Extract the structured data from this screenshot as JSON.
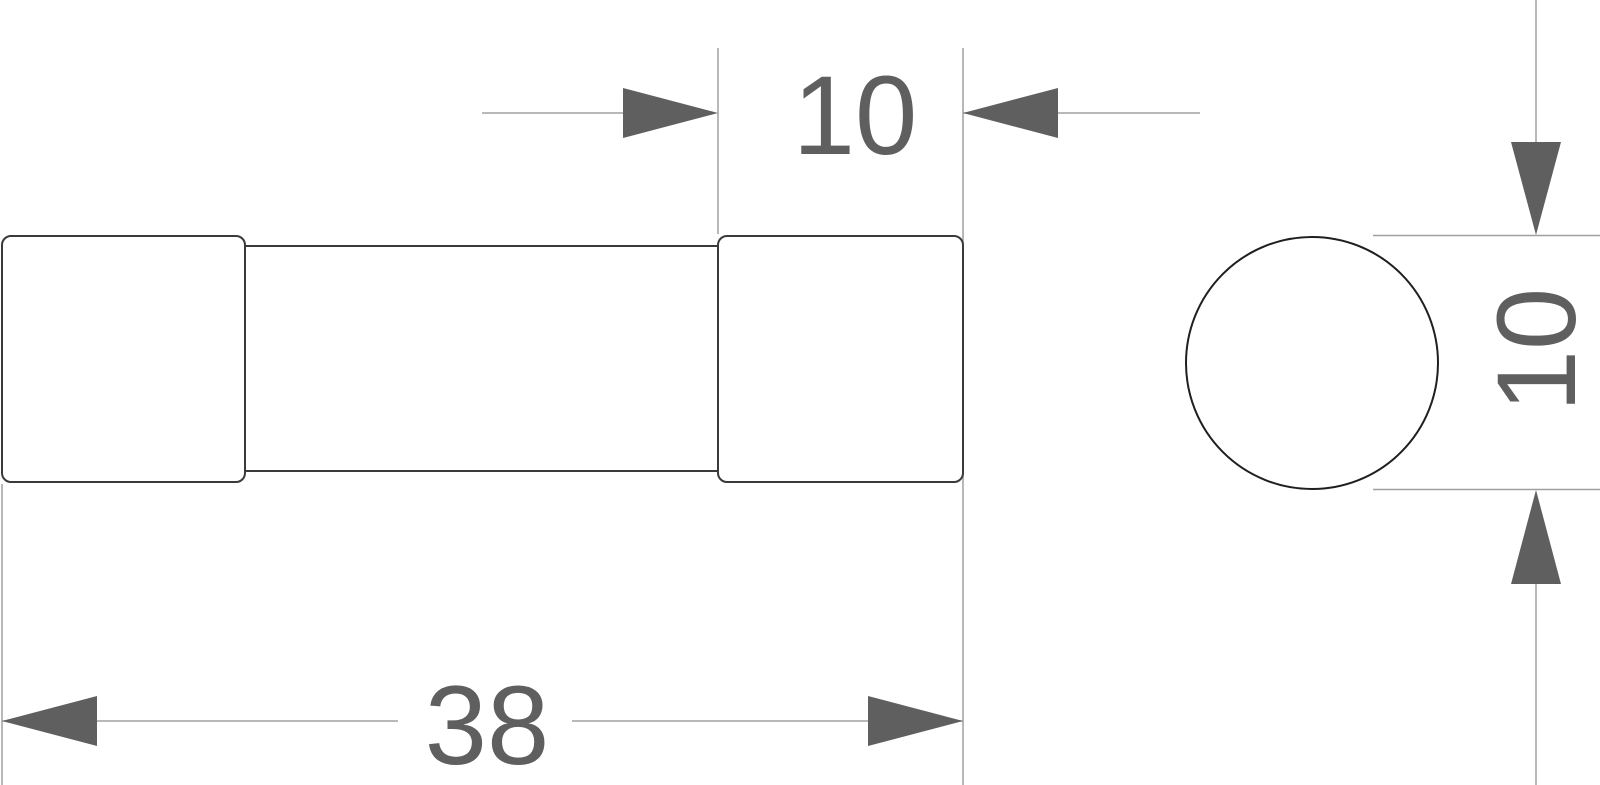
{
  "figure": {
    "type": "technical-dimension-drawing",
    "subject": "cylindrical cartridge fuse 10x38, side view and end view",
    "views": [
      "side-view",
      "end-view"
    ]
  },
  "dimensions": {
    "cap_length": "10",
    "overall_length": "38",
    "diameter": "10"
  },
  "colors": {
    "background": "#ffffff",
    "outline": "#3a3a3a",
    "circle_outline": "#1f1f1f",
    "extension_line": "#a0a0a0",
    "dimension_accent": "#5f5f5f"
  }
}
